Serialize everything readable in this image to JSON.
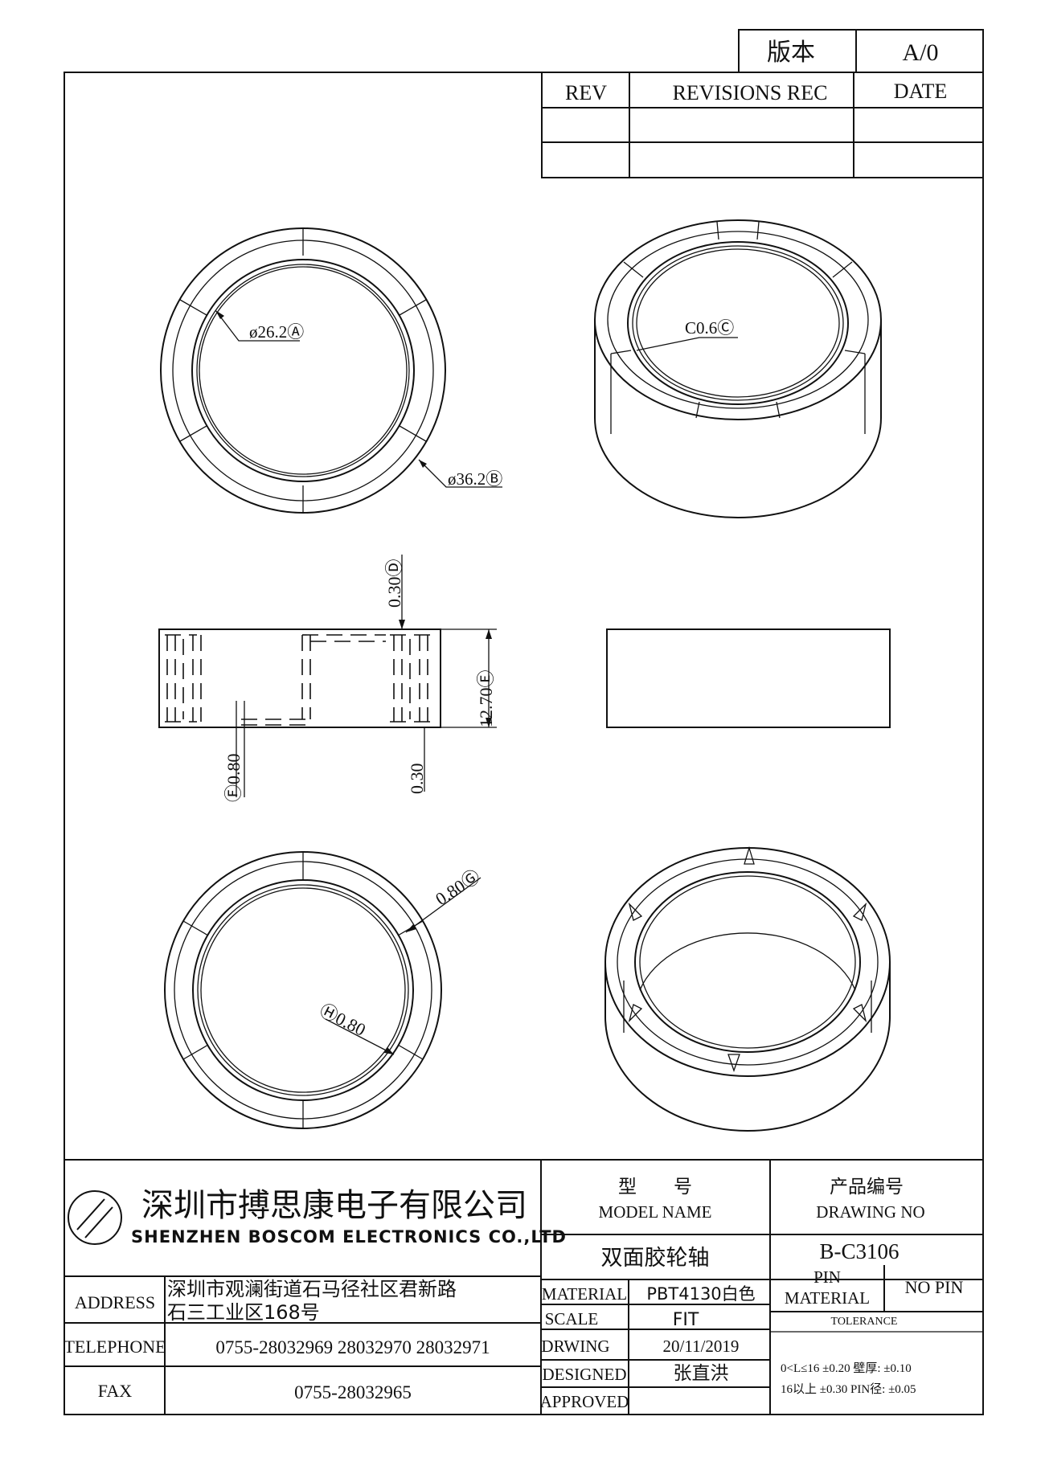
{
  "version_box": {
    "label": "版本",
    "value": "A/0"
  },
  "revisions": {
    "col_rev": "REV",
    "col_rec": "REVISIONS REC",
    "col_date": "DATE"
  },
  "dims": {
    "d_inner": "ø26.2Ⓐ",
    "d_outer": "ø36.2Ⓑ",
    "chamfer": "C0.6Ⓒ",
    "top_gap": "0.30Ⓓ",
    "height": "12.70Ⓔ",
    "wall_left": "Ⓕ0.80",
    "bot_gap": "0.30",
    "wall_g": "0.80Ⓖ",
    "wall_h": "Ⓗ0.80"
  },
  "company": {
    "name_cn": "深圳市搏思康电子有限公司",
    "name_en": "SHENZHEN BOSCOM ELECTRONICS CO.,LTD",
    "address_label": "ADDRESS",
    "address_line1": "深圳市观澜街道石马径社区君新路",
    "address_line2": "石三工业区168号",
    "telephone_label": "TELEPHONE",
    "telephone": "0755-28032969 28032970 28032971",
    "fax_label": "FAX",
    "fax": "0755-28032965"
  },
  "title_block": {
    "model_cn": "型　　号",
    "model_en": "MODEL NAME",
    "model_value": "双面胶轮轴",
    "drawing_cn": "产品编号",
    "drawing_en": "DRAWING NO",
    "drawing_value": "B-C3106",
    "material_label": "MATERIAL",
    "material_value": "PBT4130白色",
    "scale_label": "SCALE",
    "scale_value": "FIT",
    "drwing_label": "DRWING",
    "drwing_value": "20/11/2019",
    "designed_label": "DESIGNED",
    "designed_value": "张直洪",
    "approved_label": "APPROVED",
    "pin_label1": "PIN",
    "pin_label2": "MATERIAL",
    "pin_value": "NO PIN",
    "tolerance_label": "TOLERANCE",
    "tol_line1": "0<L≤16  ±0.20  壁厚:  ±0.10",
    "tol_line2": "16以上   ±0.30  PIN径: ±0.05"
  }
}
